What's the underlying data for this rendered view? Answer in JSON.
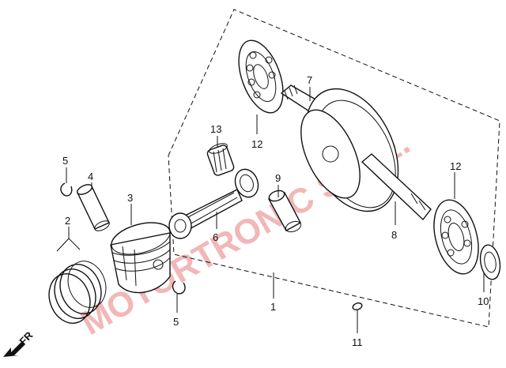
{
  "diagram": {
    "labels": {
      "p1": "1",
      "p2": "2",
      "p3": "3",
      "p4": "4",
      "p5a": "5",
      "p5b": "5",
      "p6": "6",
      "p7": "7",
      "p8": "8",
      "p9": "9",
      "p10": "10",
      "p11": "11",
      "p12a": "12",
      "p12b": "12",
      "p13": "13"
    },
    "direction_label": "FR",
    "watermark": "MOTORTRONIC S.A.E."
  },
  "colors": {
    "line": "#111111",
    "watermark": "#f2b7b7"
  }
}
